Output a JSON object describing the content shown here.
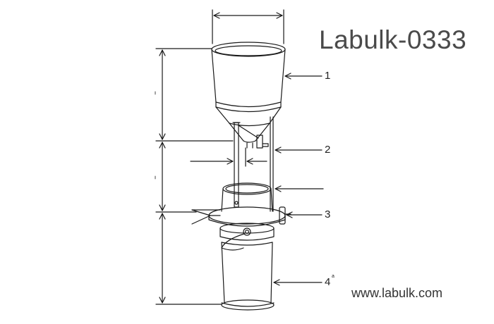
{
  "brand": {
    "title": "Labulk-0333",
    "url": "www.labulk.com"
  },
  "callouts": [
    {
      "id": "1",
      "label": "1"
    },
    {
      "id": "2",
      "label": "2"
    },
    {
      "id": "3",
      "label": "3"
    },
    {
      "id": "4",
      "label": "4",
      "superscript": "a"
    }
  ],
  "colors": {
    "line": "#1a1a1a",
    "text": "#222222",
    "brand": "#4a4a4a"
  }
}
